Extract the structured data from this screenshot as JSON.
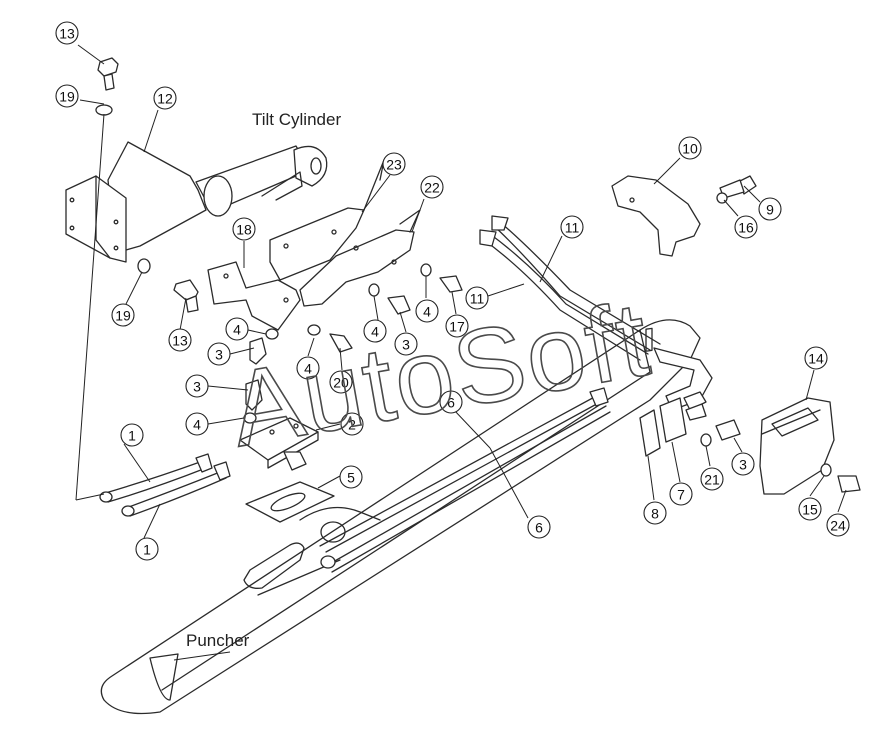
{
  "labels": {
    "tilt_cylinder": "Tilt Cylinder",
    "puncher": "Puncher"
  },
  "watermark": "AutoSoft",
  "callouts": [
    "13",
    "19",
    "12",
    "19",
    "13",
    "18",
    "23",
    "22",
    "4",
    "3",
    "3",
    "4",
    "4",
    "20",
    "4",
    "3",
    "4",
    "17",
    "11",
    "11",
    "10",
    "9",
    "16",
    "2",
    "5",
    "1",
    "1",
    "6",
    "6",
    "8",
    "7",
    "21",
    "3",
    "14",
    "15",
    "24"
  ],
  "colors": {
    "line": "#2b2b2b",
    "background": "#ffffff"
  }
}
